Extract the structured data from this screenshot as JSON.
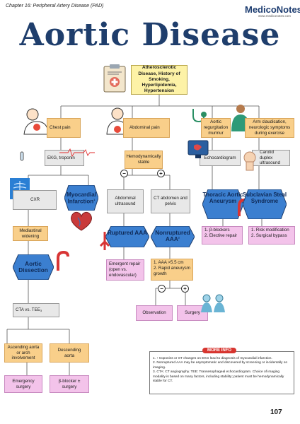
{
  "header": {
    "chapter": "Chapter 16: Peripheral Artery Disease (PAD)",
    "logo_text": "MedicoNotes",
    "logo_sub": "www.mediconotes.com",
    "title": "Aortic Disease"
  },
  "root": "Atherosclerotic Disease, History of Smoking, Hyperlipidemia, Hypertension",
  "branches": {
    "chest": {
      "label": "Chest pain",
      "test": "EKG, troponin",
      "cxr": "CXR",
      "mi": "Myocardial Infarction",
      "mi_sup": "1",
      "mediastinal": "Mediastinal widening",
      "dissection": "Aortic Dissection",
      "cta": "CTA vs. TEE",
      "cta_sup": "3",
      "asc": "Ascending aorta or arch involvement",
      "desc": "Descending aorta",
      "asc_tx": "Emergency surgery",
      "desc_tx": "β-blocker ± surgery"
    },
    "abdominal": {
      "label": "Abdominal pain",
      "hemo": "Hemodynamically stable",
      "neg": "−",
      "pos": "+",
      "us": "Abdominal ultrasound",
      "ct": "CT abdomen and pelvis",
      "ruptured": "Ruptured AAA",
      "nonruptured": "Nonruptured AAA",
      "nonruptured_sup": "2",
      "repair": "Emergent repair (open vs. endovascular)",
      "criteria": [
        "1. AAA >5.5 cm",
        "2. Rapid aneurysm growth"
      ],
      "crit_neg": "−",
      "crit_pos": "+",
      "observation": "Observation",
      "surgery": "Surgery"
    },
    "regurg": {
      "label": "Aortic regurgitation murmur",
      "echo": "Echocardiogram",
      "taa": "Thoracic Aortic Aneurysm",
      "taa_tx": [
        "1. β-blockers",
        "2. Elective repair"
      ]
    },
    "arm": {
      "label": "Arm claudication, neurologic symptoms during exercise",
      "duplex": "Carotid duplex ultrasound",
      "subclavian": "Subclavian Steal Syndrome",
      "sub_tx": [
        "1. Risk modification",
        "2. Surgical bypass"
      ]
    }
  },
  "more_info": {
    "title": "MORE INFO",
    "items": [
      "1. ↑ troponins or ST changes on EKG lead to diagnosis of myocardial infarction.",
      "2. Nonruptured AAA may be asymptomatic and discovered by screening or incidentally on imaging.",
      "3. CTA: CT angiography. TEE: Transesophageal echocardiogram. Choice of imaging modality is based on many factors, including stability; patient must be hemodynamically stable for CT."
    ]
  },
  "page_number": "107",
  "colors": {
    "title": "#1f3e6c",
    "orange": "#f9cf8a",
    "gray": "#e8e8e8",
    "pink": "#f3c3ea",
    "yellow": "#fdf2a6",
    "accent_red": "#d7342e"
  },
  "icons": [
    "clipboard-icon",
    "patient-chest-pain-icon",
    "patient-abdominal-pain-icon",
    "stethoscope-icon",
    "doctor-icon",
    "ecg-icon",
    "xray-icon",
    "heart-icon",
    "aorta-icon",
    "monitor-icon",
    "neck-icon",
    "surgeons-icon",
    "tube-icon"
  ]
}
